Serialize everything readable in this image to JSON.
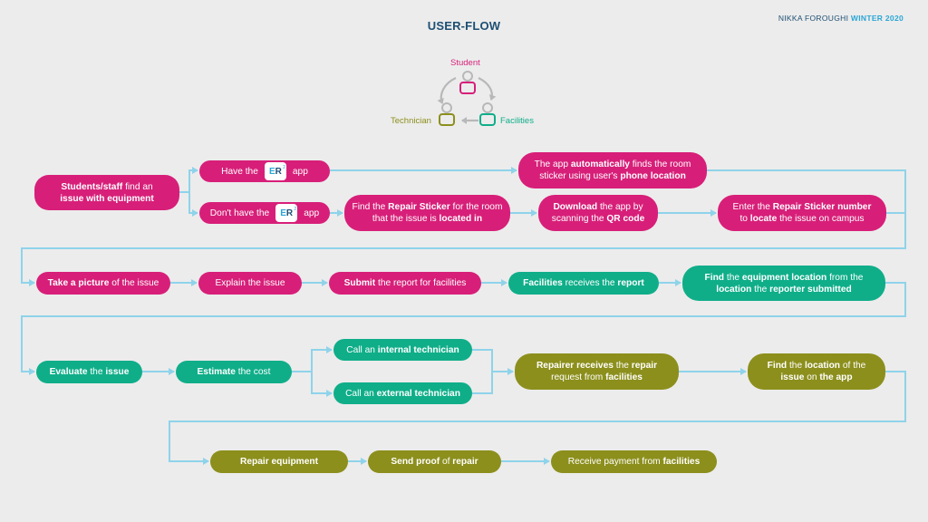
{
  "header": {
    "title": "USER-FLOW",
    "author_name": "NIKKA FOROUGHI",
    "author_term": "WINTER 2020"
  },
  "roles": {
    "student": "Student",
    "technician": "Technician",
    "facilities": "Facilities"
  },
  "logo": {
    "e": "E",
    "r": "R",
    "sup": "2"
  },
  "colors": {
    "student": "#d71f79",
    "facilities": "#0fae89",
    "technician": "#8c8f1c",
    "connector": "#8fd3ea",
    "title": "#1d4f73",
    "accent": "#2aa7d6"
  },
  "steps": {
    "find_issue": [
      "Students/staff",
      " find an ",
      "issue with equipment"
    ],
    "have_app": [
      "Have the",
      "app"
    ],
    "no_app": [
      "Don't have the",
      "app"
    ],
    "auto_find": [
      "The app ",
      "automatically",
      " finds the room sticker using user's ",
      "phone location"
    ],
    "find_sticker": [
      "Find the ",
      "Repair Sticker",
      " for the room that the issue is ",
      "located in"
    ],
    "download": [
      "Download",
      " the app by scanning the ",
      "QR code"
    ],
    "enter_number": [
      "Enter the ",
      "Repair Sticker number",
      " to ",
      "locate",
      " the issue on campus"
    ],
    "take_picture": [
      "Take a picture",
      " of the issue"
    ],
    "explain": [
      "Explain the issue"
    ],
    "submit": [
      "Submit",
      " the report for facilities"
    ],
    "facilities_receives": [
      "Facilities",
      " receives the ",
      "report"
    ],
    "find_location": [
      "Find",
      " the ",
      "equipment location",
      " from the ",
      "location",
      " the ",
      "reporter submitted"
    ],
    "evaluate": [
      "Evaluate",
      " the ",
      "issue"
    ],
    "estimate": [
      "Estimate",
      " the cost"
    ],
    "call_internal": [
      "Call an ",
      "internal technician"
    ],
    "call_external": [
      "Call an ",
      "external technician"
    ],
    "repairer_receives": [
      "Repairer receives",
      " the ",
      "repair",
      " request from ",
      "facilities"
    ],
    "find_on_app": [
      "Find",
      " the ",
      "location",
      " of the ",
      "issue",
      " on ",
      "the app"
    ],
    "repair": [
      "Repair equipment"
    ],
    "send_proof": [
      "Send proof",
      " of ",
      "repair"
    ],
    "payment": [
      "Receive payment from ",
      "facilities"
    ]
  }
}
